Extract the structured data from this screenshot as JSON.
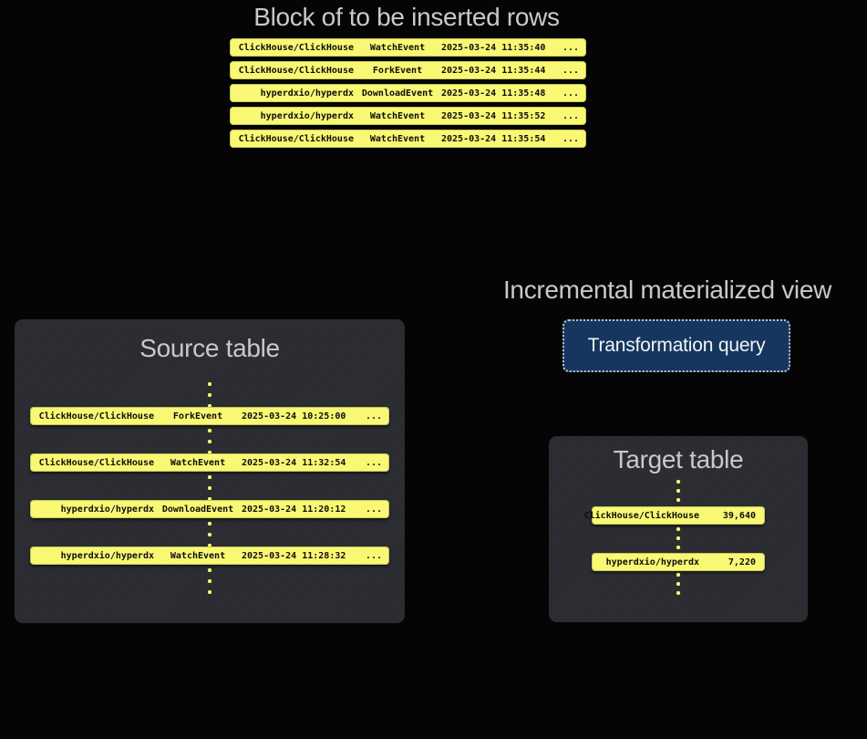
{
  "colors": {
    "background": "#050505",
    "row_yellow": "#f8f874",
    "card_background": "#2a2c31",
    "title_gray": "#c9c9c9",
    "button_blue": "#16365f",
    "button_border": "#d7dde4",
    "row_text": "#0d0d0d"
  },
  "insert_block": {
    "title": "Block of to be inserted rows",
    "rows": [
      {
        "repo": "ClickHouse/ClickHouse",
        "event": "WatchEvent",
        "timestamp": "2025-03-24 11:35:40",
        "more": "..."
      },
      {
        "repo": "ClickHouse/ClickHouse",
        "event": "ForkEvent",
        "timestamp": "2025-03-24 11:35:44",
        "more": "..."
      },
      {
        "repo": "hyperdxio/hyperdx",
        "event": "DownloadEvent",
        "timestamp": "2025-03-24 11:35:48",
        "more": "..."
      },
      {
        "repo": "hyperdxio/hyperdx",
        "event": "WatchEvent",
        "timestamp": "2025-03-24 11:35:52",
        "more": "..."
      },
      {
        "repo": "ClickHouse/ClickHouse",
        "event": "WatchEvent",
        "timestamp": "2025-03-24 11:35:54",
        "more": "..."
      }
    ]
  },
  "source_table": {
    "title": "Source table",
    "rows": [
      {
        "repo": "ClickHouse/ClickHouse",
        "event": "ForkEvent",
        "timestamp": "2025-03-24 10:25:00",
        "more": "..."
      },
      {
        "repo": "ClickHouse/ClickHouse",
        "event": "WatchEvent",
        "timestamp": "2025-03-24 11:32:54",
        "more": "..."
      },
      {
        "repo": "hyperdxio/hyperdx",
        "event": "DownloadEvent",
        "timestamp": "2025-03-24 11:20:12",
        "more": "..."
      },
      {
        "repo": "hyperdxio/hyperdx",
        "event": "WatchEvent",
        "timestamp": "2025-03-24 11:28:32",
        "more": "..."
      }
    ]
  },
  "materialized_view": {
    "title": "Incremental materialized view",
    "button_label": "Transformation query"
  },
  "target_table": {
    "title": "Target table",
    "rows": [
      {
        "repo": "ClickHouse/ClickHouse",
        "count": "39,640"
      },
      {
        "repo": "hyperdxio/hyperdx",
        "count": "7,220"
      }
    ]
  }
}
